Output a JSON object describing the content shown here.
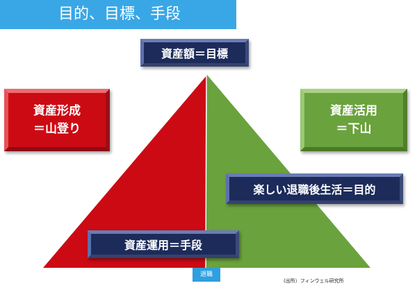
{
  "title": "目的、目標、手段",
  "top_box": "資産額＝目標",
  "left_box": {
    "line1": "資産形成",
    "line2": "＝山登り"
  },
  "right_box": {
    "line1": "資産活用",
    "line2": "＝下山"
  },
  "goal_box": "楽しい退職後生活＝目的",
  "operation_box": "資産運用＝手段",
  "retirement_label": "退職",
  "source": "(出所）フィンウェル研究所",
  "colors": {
    "title_bar": "#39a7e6",
    "ascent_red": "#cc0a14",
    "descent_green": "#6aa23d",
    "navy_box": "#1c2b5a"
  }
}
